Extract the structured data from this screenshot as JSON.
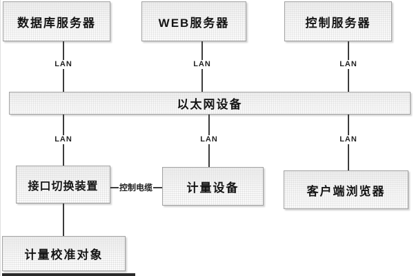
{
  "diagram_title": "network-metering-architecture",
  "nodes": {
    "db_server": {
      "label": "数据库服务器"
    },
    "web_server": {
      "label": "WEB服务器"
    },
    "control_server": {
      "label": "控制服务器"
    },
    "ethernet": {
      "label": "以太网设备"
    },
    "interface_switch": {
      "label": "接口切换装置"
    },
    "metering_device": {
      "label": "计量设备"
    },
    "client_browser": {
      "label": "客户端浏览器"
    },
    "calibration_object": {
      "label": "计量校准对象"
    }
  },
  "labels": {
    "lan": "LAN",
    "control_cable": "控制电缆"
  },
  "colors": {
    "box_fill": "#f6f6f6",
    "box_border": "#a0a0a0",
    "line": "#3a3a3a",
    "text": "#151515",
    "background": "#ffffff",
    "cropped_bar": "#2a2a2a"
  }
}
